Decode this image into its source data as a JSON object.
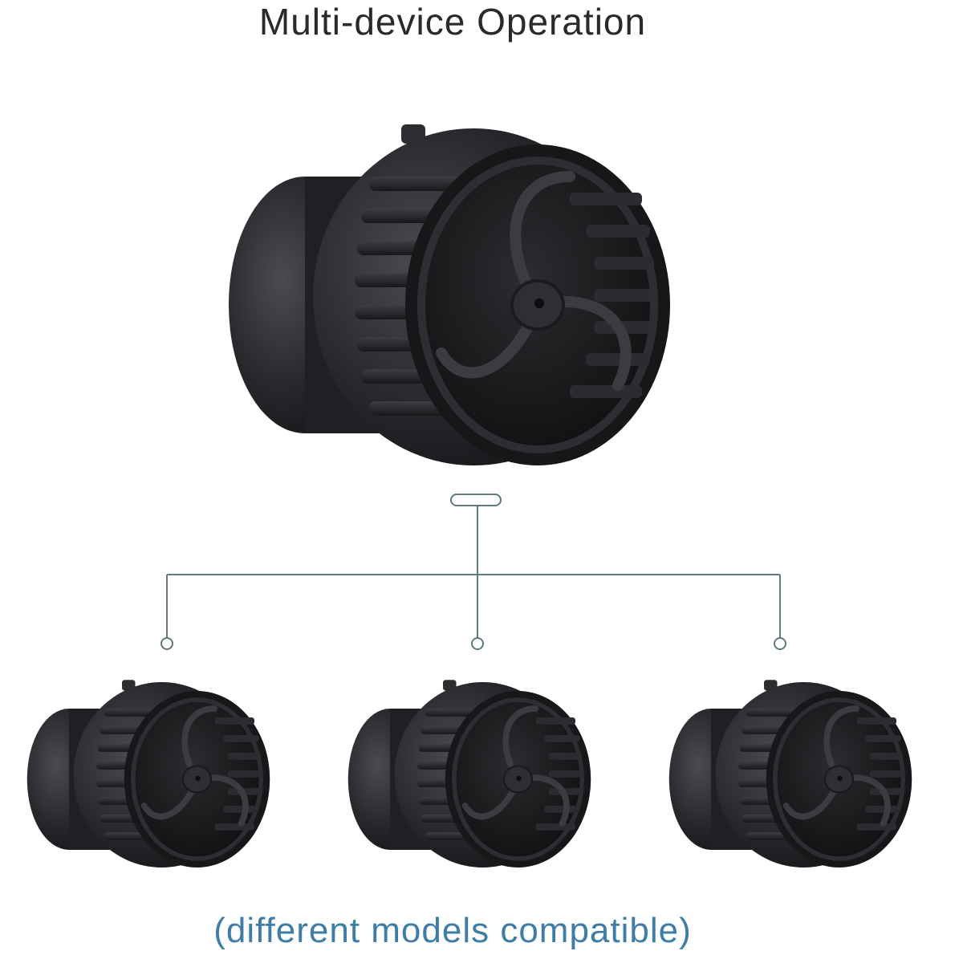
{
  "title": "Multi-device Operation",
  "subtitle": "(different models compatible)",
  "colors": {
    "title_text": "#2a2a2a",
    "subtitle_text": "#3e7ea6",
    "connector_line": "#5e7a7d",
    "device_body": "#1c1d1f",
    "device_highlight": "#4a4c50",
    "background": "#ffffff"
  },
  "devices": [
    {
      "name": "master-wave-pump"
    },
    {
      "name": "slave-wave-pump"
    },
    {
      "name": "slave-wave-pump"
    },
    {
      "name": "slave-wave-pump"
    }
  ]
}
